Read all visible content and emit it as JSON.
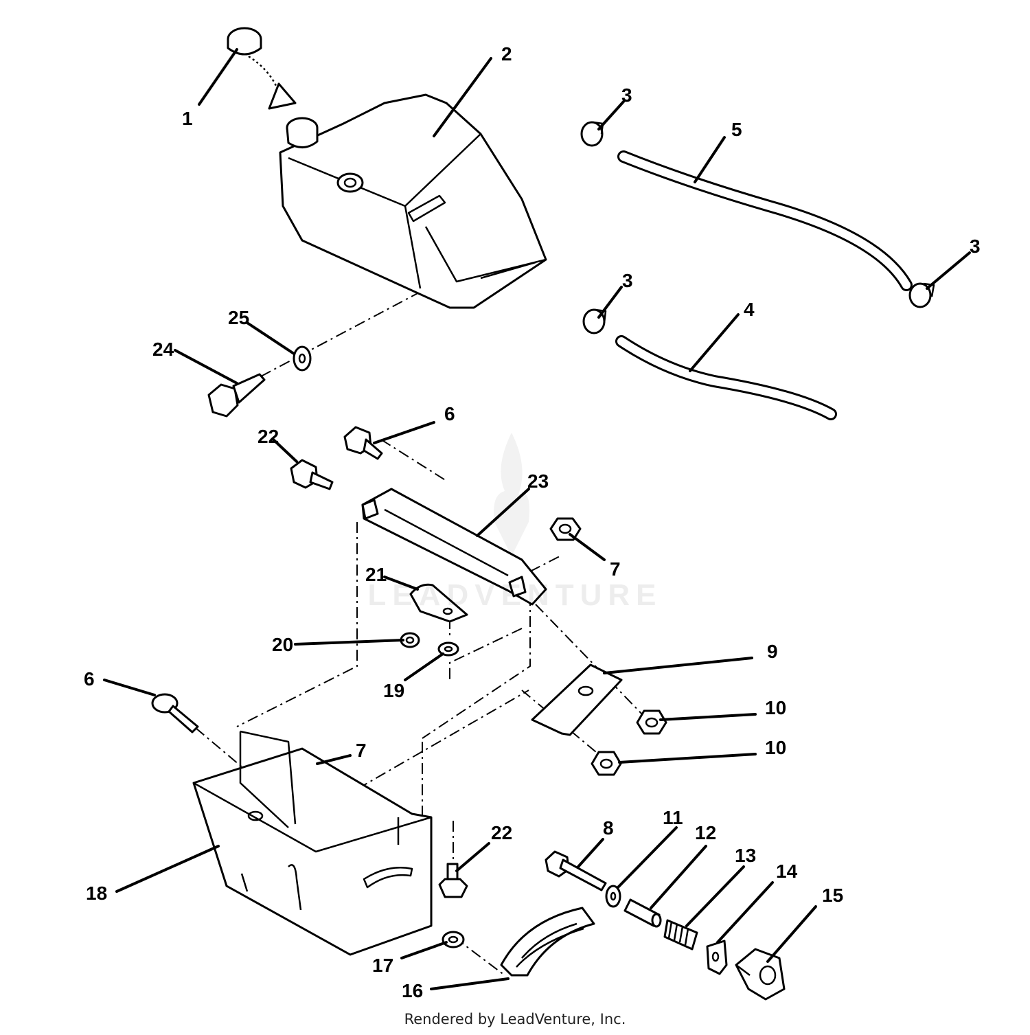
{
  "diagram": {
    "callouts": [
      {
        "id": "c1",
        "label": "1"
      },
      {
        "id": "c2",
        "label": "2"
      },
      {
        "id": "c3a",
        "label": "3"
      },
      {
        "id": "c3b",
        "label": "3"
      },
      {
        "id": "c3c",
        "label": "3"
      },
      {
        "id": "c4",
        "label": "4"
      },
      {
        "id": "c5",
        "label": "5"
      },
      {
        "id": "c6a",
        "label": "6"
      },
      {
        "id": "c6b",
        "label": "6"
      },
      {
        "id": "c7a",
        "label": "7"
      },
      {
        "id": "c7b",
        "label": "7"
      },
      {
        "id": "c8",
        "label": "8"
      },
      {
        "id": "c9",
        "label": "9"
      },
      {
        "id": "c10a",
        "label": "10"
      },
      {
        "id": "c10b",
        "label": "10"
      },
      {
        "id": "c11",
        "label": "11"
      },
      {
        "id": "c12",
        "label": "12"
      },
      {
        "id": "c13",
        "label": "13"
      },
      {
        "id": "c14",
        "label": "14"
      },
      {
        "id": "c15",
        "label": "15"
      },
      {
        "id": "c16",
        "label": "16"
      },
      {
        "id": "c17",
        "label": "17"
      },
      {
        "id": "c18",
        "label": "18"
      },
      {
        "id": "c19",
        "label": "19"
      },
      {
        "id": "c20",
        "label": "20"
      },
      {
        "id": "c21",
        "label": "21"
      },
      {
        "id": "c22a",
        "label": "22"
      },
      {
        "id": "c22b",
        "label": "22"
      },
      {
        "id": "c23",
        "label": "23"
      },
      {
        "id": "c24",
        "label": "24"
      },
      {
        "id": "c25",
        "label": "25"
      }
    ],
    "watermark_text": "LEADVENTURE",
    "credit": "Rendered by LeadVenture, Inc."
  }
}
